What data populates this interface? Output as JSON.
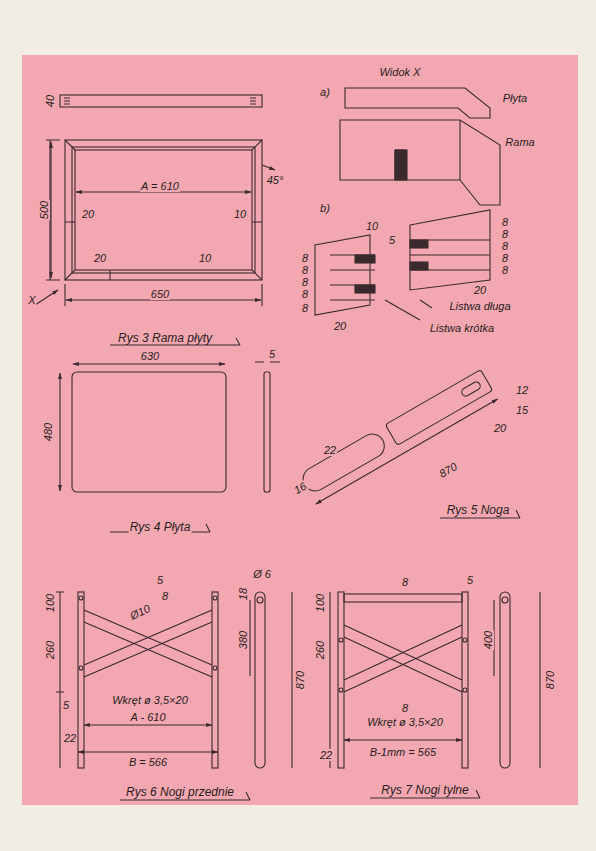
{
  "diagram": {
    "labels": [
      "40",
      "500",
      "A = 610",
      "20",
      "10",
      "45°",
      "20",
      "10",
      "650",
      "X",
      "Rys 3 Rama płyty",
      "Widok X",
      "a)",
      "Płyta",
      "Rama",
      "b)",
      "10",
      "5",
      "8",
      "8",
      "8",
      "8",
      "8",
      "8",
      "8",
      "8",
      "8",
      "8",
      "20",
      "20",
      "Listwa długa",
      "Listwa krótka",
      "630",
      "5",
      "480",
      "Rys 4 Płyta",
      "12",
      "15",
      "20",
      "22",
      "16",
      "870",
      "Rys 5 Noga",
      "5",
      "8",
      "Ø10",
      "100",
      "260",
      "Wkręt ø 3,5×20",
      "5",
      "A - 610",
      "22",
      "B = 566",
      "Ø 6",
      "18",
      "380",
      "870",
      "Rys 6 Nogi przednie",
      "8",
      "5",
      "100",
      "260",
      "8",
      "Wkręt ø 3,5×20",
      "22",
      "B-1mm = 565",
      "400",
      "870",
      "Rys 7 Nogi tylne"
    ]
  }
}
